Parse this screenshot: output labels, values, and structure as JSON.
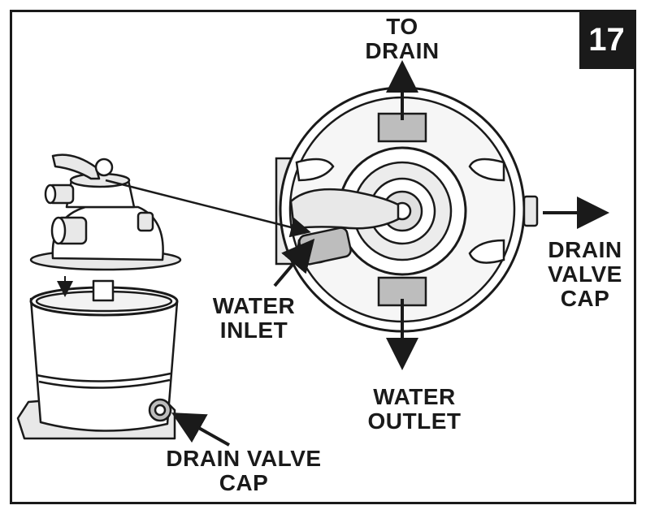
{
  "step_number": "17",
  "labels": {
    "to_drain": [
      "TO",
      "DRAIN"
    ],
    "drain_valve_cap_right": [
      "DRAIN",
      "VALVE",
      "CAP"
    ],
    "water_inlet": [
      "WATER",
      "INLET"
    ],
    "water_outlet": [
      "WATER",
      "OUTLET"
    ],
    "drain_valve_cap_bottom": [
      "DRAIN VALVE",
      "CAP"
    ]
  },
  "colors": {
    "ink": "#1a1a1a",
    "light_fill": "#e8e8e8",
    "mid_fill": "#bdbdbd",
    "background": "#ffffff"
  }
}
